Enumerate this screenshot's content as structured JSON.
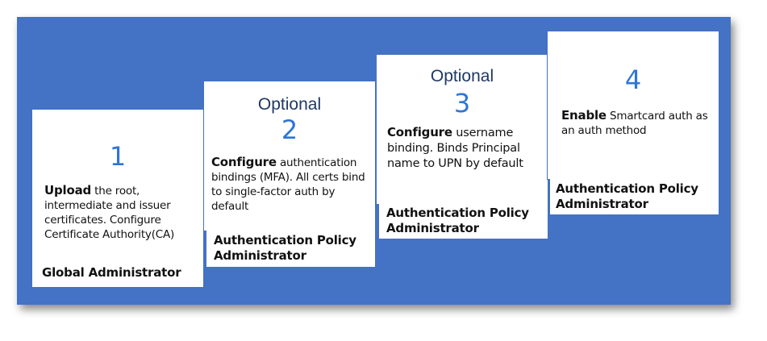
{
  "steps": [
    {
      "number": "1",
      "optional": "",
      "verb": "Upload",
      "text": " the root, intermediate and issuer certificates. Configure Certificate Authority(CA)",
      "role": "Global Administrator"
    },
    {
      "number": "2",
      "optional": "Optional",
      "verb": "Configure",
      "text": " authentication bindings (MFA). All certs bind to single-factor auth by default",
      "role": "Authentication Policy Administrator"
    },
    {
      "number": "3",
      "optional": "Optional",
      "verb": "Configure",
      "text": " username binding. Binds Principal name to UPN by default",
      "role": "Authentication Policy Administrator"
    },
    {
      "number": "4",
      "optional": "",
      "verb": "Enable",
      "text": " Smartcard auth as an auth method",
      "role": "Authentication Policy Administrator"
    }
  ],
  "colors": {
    "panel": "#4472c4",
    "number": "#2e75d6",
    "optional": "#1f3864"
  }
}
